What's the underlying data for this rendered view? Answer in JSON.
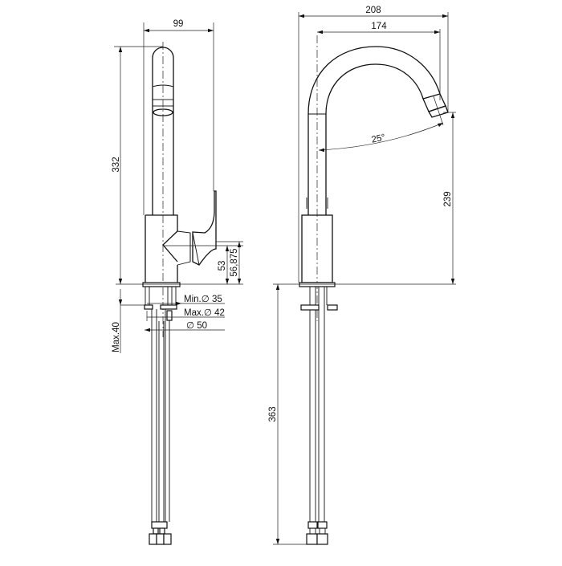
{
  "side_view": {
    "dims": {
      "width_spout": "99",
      "height_total": "332",
      "lever_height_a": "53",
      "lever_height_b": "56,875",
      "hole_min": "Min.∅ 35",
      "hole_max": "Max.∅ 42",
      "base_dia": "∅ 50",
      "deck_thickness": "Max.40"
    }
  },
  "front_view": {
    "dims": {
      "reach_total": "208",
      "reach_outlet": "174",
      "spout_angle": "25°",
      "outlet_height": "239",
      "hose_length": "363"
    }
  }
}
